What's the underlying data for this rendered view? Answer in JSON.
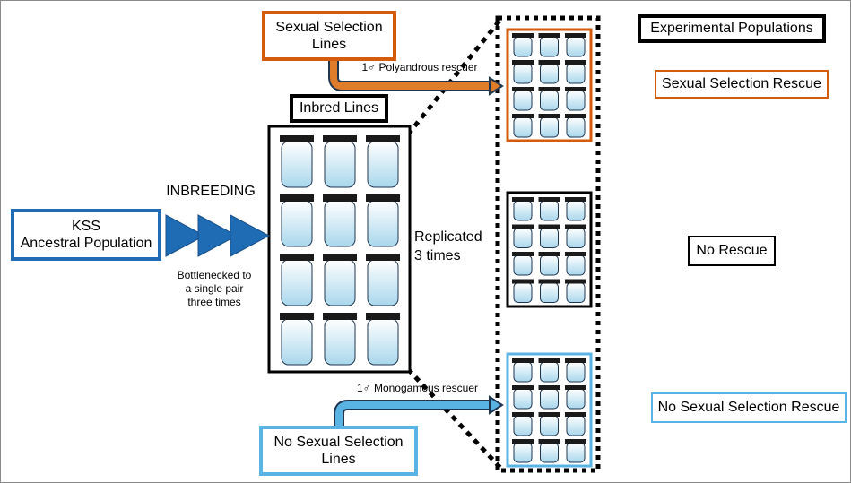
{
  "labels": {
    "sexual_selection_lines": "Sexual Selection Lines",
    "inbred_lines": "Inbred Lines",
    "ancestral_population": "KSS\nAncestral Population",
    "no_sexual_selection_lines": "No Sexual Selection Lines",
    "experimental_populations": "Experimental Populations",
    "sexual_selection_rescue": "Sexual Selection Rescue",
    "no_rescue": "No Rescue",
    "no_sexual_selection_rescue": "No Sexual Selection Rescue",
    "inbreeding": "INBREEDING",
    "bottlenecked_note": "Bottlenecked to\na single pair\nthree times",
    "replicated_note": "Replicated\n3 times",
    "polyandrous_rescuer": "1♂ Polyandrous rescuer",
    "monogamous_rescuer": "1♂ Monogamous rescuer"
  },
  "colors": {
    "sexual_selection": "#d45c0c",
    "no_sexual_selection": "#5ab4e3",
    "ancestral": "#1f6cb4",
    "jar_lid": "#1a1a1a",
    "jar_fill": "#a9d7ec"
  },
  "racks": {
    "inbred_lines": {
      "rows": 4,
      "cols": 3
    },
    "experimental": {
      "rows": 4,
      "cols": 3,
      "count": 3
    }
  }
}
